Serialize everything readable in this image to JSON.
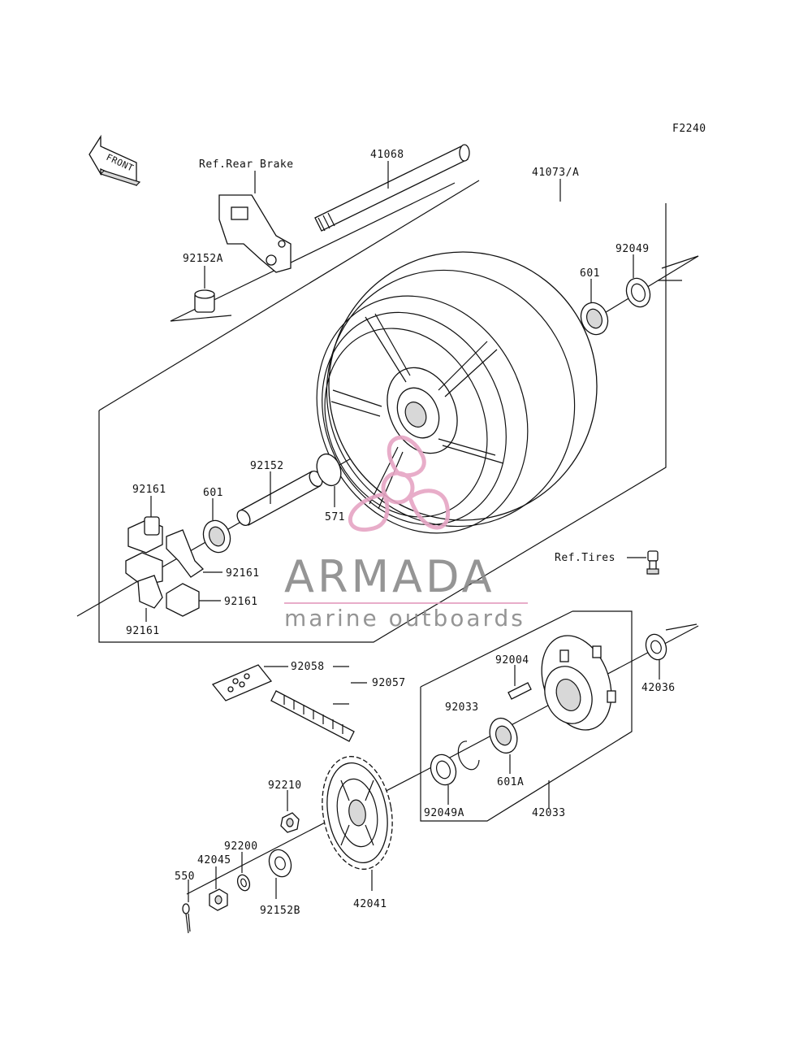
{
  "figure_code": "F2240",
  "front_arrow_label": "FRONT",
  "refs": {
    "rear_brake": "Ref.Rear Brake",
    "tires": "Ref.Tires"
  },
  "parts": {
    "axle": "41068",
    "wheel": "41073/A",
    "seal_right": "92049",
    "bearing_right": "601",
    "collar_92152A": "92152A",
    "collar_92152": "92152",
    "oring_571": "571",
    "bearing_left": "601",
    "damper_top": "92161",
    "damper_right_upper": "92161",
    "damper_right_lower": "92161",
    "damper_bottom": "92161",
    "chain_joint": "92058",
    "chain": "92057",
    "stud": "92004",
    "collar_42036": "42036",
    "circlip": "92033",
    "bearing_601A": "601A",
    "hub": "42033",
    "seal_92049A": "92049A",
    "nut_92210": "92210",
    "washer_92200": "92200",
    "nut_42045": "42045",
    "cotter_pin": "550",
    "collar_92152B": "92152B",
    "sprocket": "42041"
  },
  "watermark": {
    "brand": "ARMADA",
    "tagline": "marine outboards",
    "color_text": "#8a8a8a",
    "color_accent": "#e6a5c4"
  }
}
